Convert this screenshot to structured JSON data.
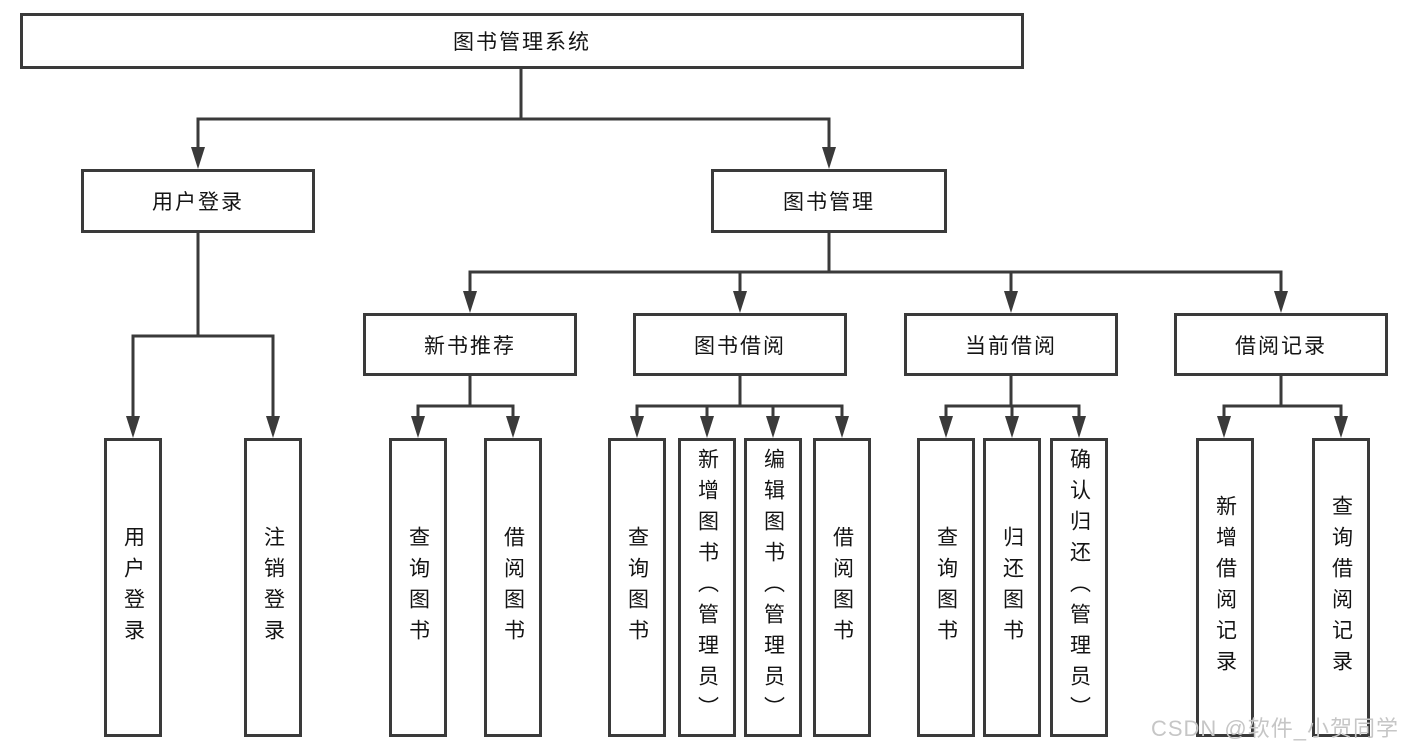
{
  "diagram": {
    "root": {
      "label": "图书管理系统"
    },
    "level2": [
      {
        "label": "用户登录"
      },
      {
        "label": "图书管理"
      }
    ],
    "level3": [
      {
        "label": "新书推荐",
        "parent": "图书管理"
      },
      {
        "label": "图书借阅",
        "parent": "图书管理"
      },
      {
        "label": "当前借阅",
        "parent": "图书管理"
      },
      {
        "label": "借阅记录",
        "parent": "图书管理"
      }
    ],
    "leaves": [
      {
        "label": "用户登录",
        "parent": "用户登录"
      },
      {
        "label": "注销登录",
        "parent": "用户登录"
      },
      {
        "label": "查询图书",
        "parent": "新书推荐"
      },
      {
        "label": "借阅图书",
        "parent": "新书推荐"
      },
      {
        "label": "查询图书",
        "parent": "图书借阅"
      },
      {
        "label": "新增图书（管理员）",
        "parent": "图书借阅"
      },
      {
        "label": "编辑图书（管理员）",
        "parent": "图书借阅"
      },
      {
        "label": "借阅图书",
        "parent": "图书借阅"
      },
      {
        "label": "查询图书",
        "parent": "当前借阅"
      },
      {
        "label": "归还图书",
        "parent": "当前借阅"
      },
      {
        "label": "确认归还（管理员）",
        "parent": "当前借阅"
      },
      {
        "label": "新增借阅记录",
        "parent": "借阅记录"
      },
      {
        "label": "查询借阅记录",
        "parent": "借阅记录"
      }
    ],
    "watermark": "CSDN @软件_小贺同学",
    "colors": {
      "line": "#3a3a3a",
      "text": "#141414",
      "background": "#ffffff",
      "watermark": "#c6c6c6"
    }
  }
}
